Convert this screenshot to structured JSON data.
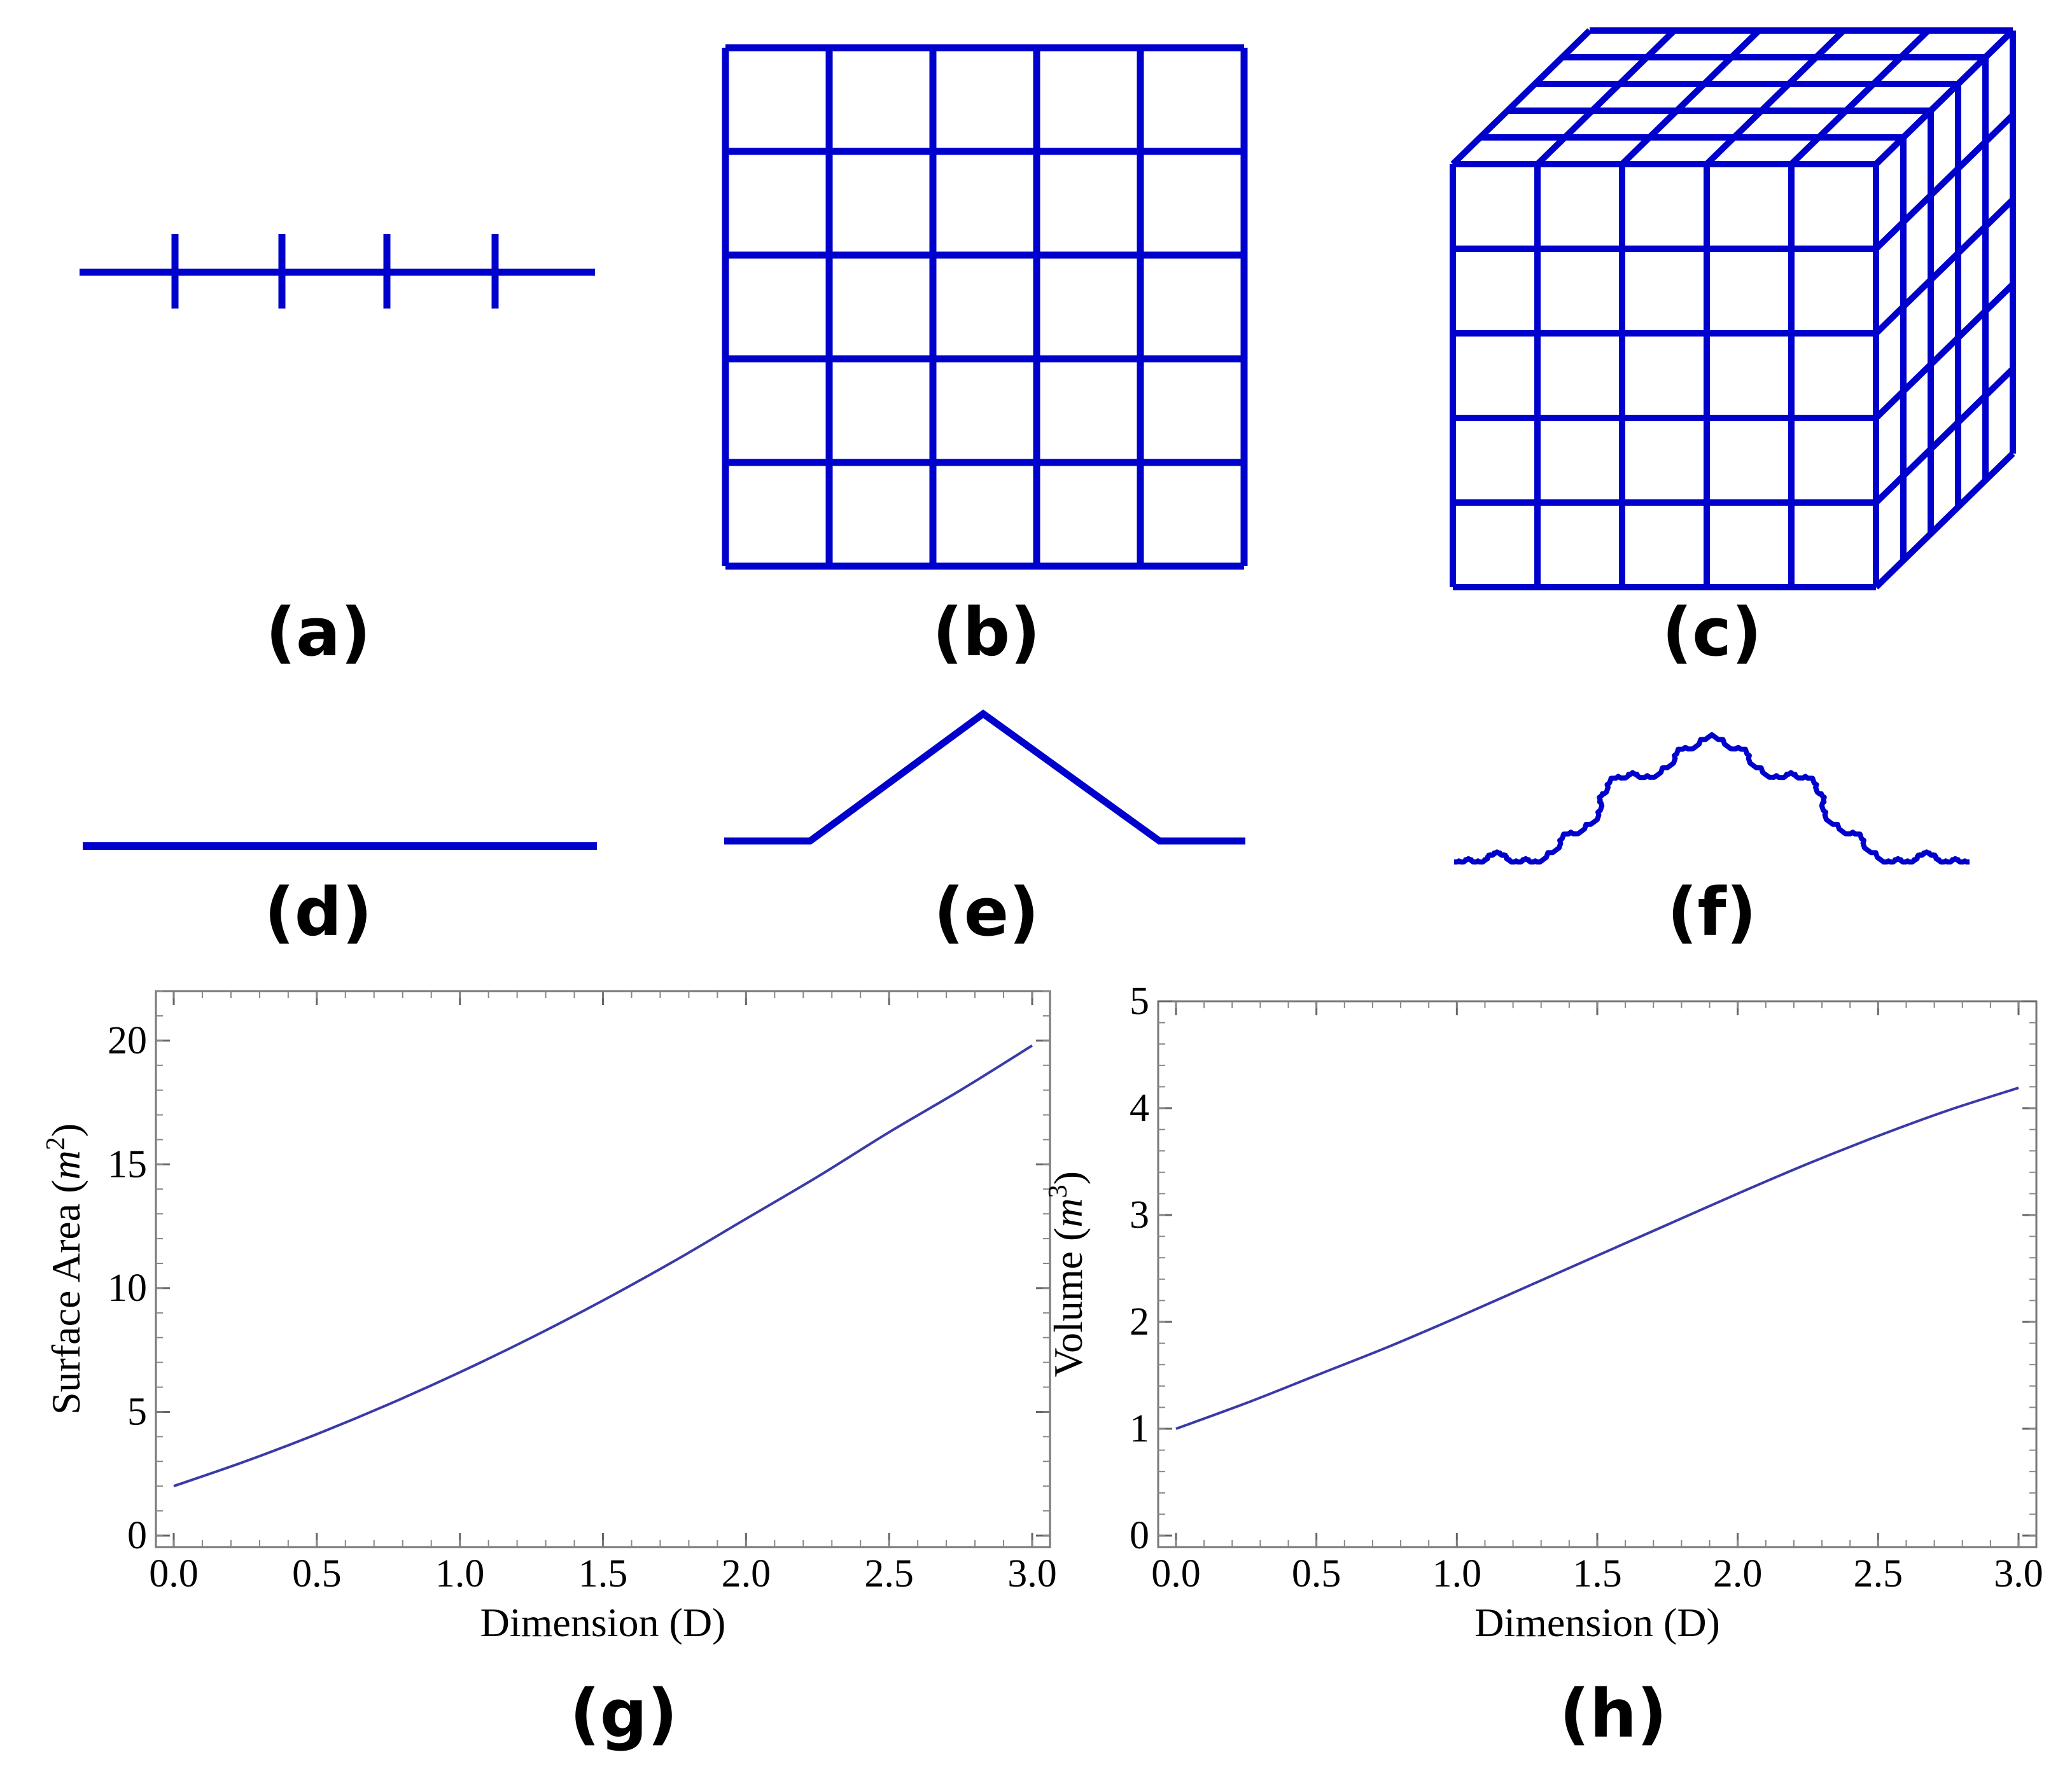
{
  "figure": {
    "shape_color": "#0000cc",
    "curve_color": "#3a3aa8",
    "panel_labels": {
      "a": "(a)",
      "b": "(b)",
      "c": "(c)",
      "d": "(d)",
      "e": "(e)",
      "f": "(f)",
      "g": "(g)",
      "h": "(h)"
    }
  },
  "chart_data": [
    {
      "type": "line",
      "title": "",
      "xlabel": "Dimension (D)",
      "ylabel": "Surface Area (m²)",
      "ylabel_parts": {
        "prefix": "Surface Area (",
        "var": "m",
        "sup": "2",
        "suffix": ")"
      },
      "xlim": [
        0,
        3
      ],
      "ylim": [
        0,
        22
      ],
      "xticks": [
        "0.0",
        "0.5",
        "1.0",
        "1.5",
        "2.0",
        "2.5",
        "3.0"
      ],
      "yticks": [
        "0",
        "5",
        "10",
        "15",
        "20"
      ],
      "grid": false,
      "series": [
        {
          "x": [
            0,
            0.25,
            0.5,
            0.75,
            1.0,
            1.25,
            1.5,
            1.75,
            2.0,
            2.25,
            2.5,
            2.75,
            3.0
          ],
          "values": [
            2.0,
            3.0,
            4.1,
            5.3,
            6.6,
            8.0,
            9.5,
            11.1,
            12.8,
            14.5,
            16.3,
            18.0,
            19.8
          ]
        }
      ]
    },
    {
      "type": "line",
      "title": "",
      "xlabel": "Dimension (D)",
      "ylabel": "Volume (m³)",
      "ylabel_parts": {
        "prefix": "Volume (",
        "var": "m",
        "sup": "3",
        "suffix": ")"
      },
      "xlim": [
        0,
        3
      ],
      "ylim": [
        0,
        5
      ],
      "xticks": [
        "0.0",
        "0.5",
        "1.0",
        "1.5",
        "2.0",
        "2.5",
        "3.0"
      ],
      "yticks": [
        "0",
        "1",
        "2",
        "3",
        "4",
        "5"
      ],
      "grid": false,
      "series": [
        {
          "x": [
            0,
            0.25,
            0.5,
            0.75,
            1.0,
            1.25,
            1.5,
            1.75,
            2.0,
            2.25,
            2.5,
            2.75,
            3.0
          ],
          "values": [
            1.0,
            1.24,
            1.5,
            1.76,
            2.04,
            2.33,
            2.62,
            2.91,
            3.2,
            3.48,
            3.74,
            3.98,
            4.19
          ]
        }
      ]
    }
  ]
}
